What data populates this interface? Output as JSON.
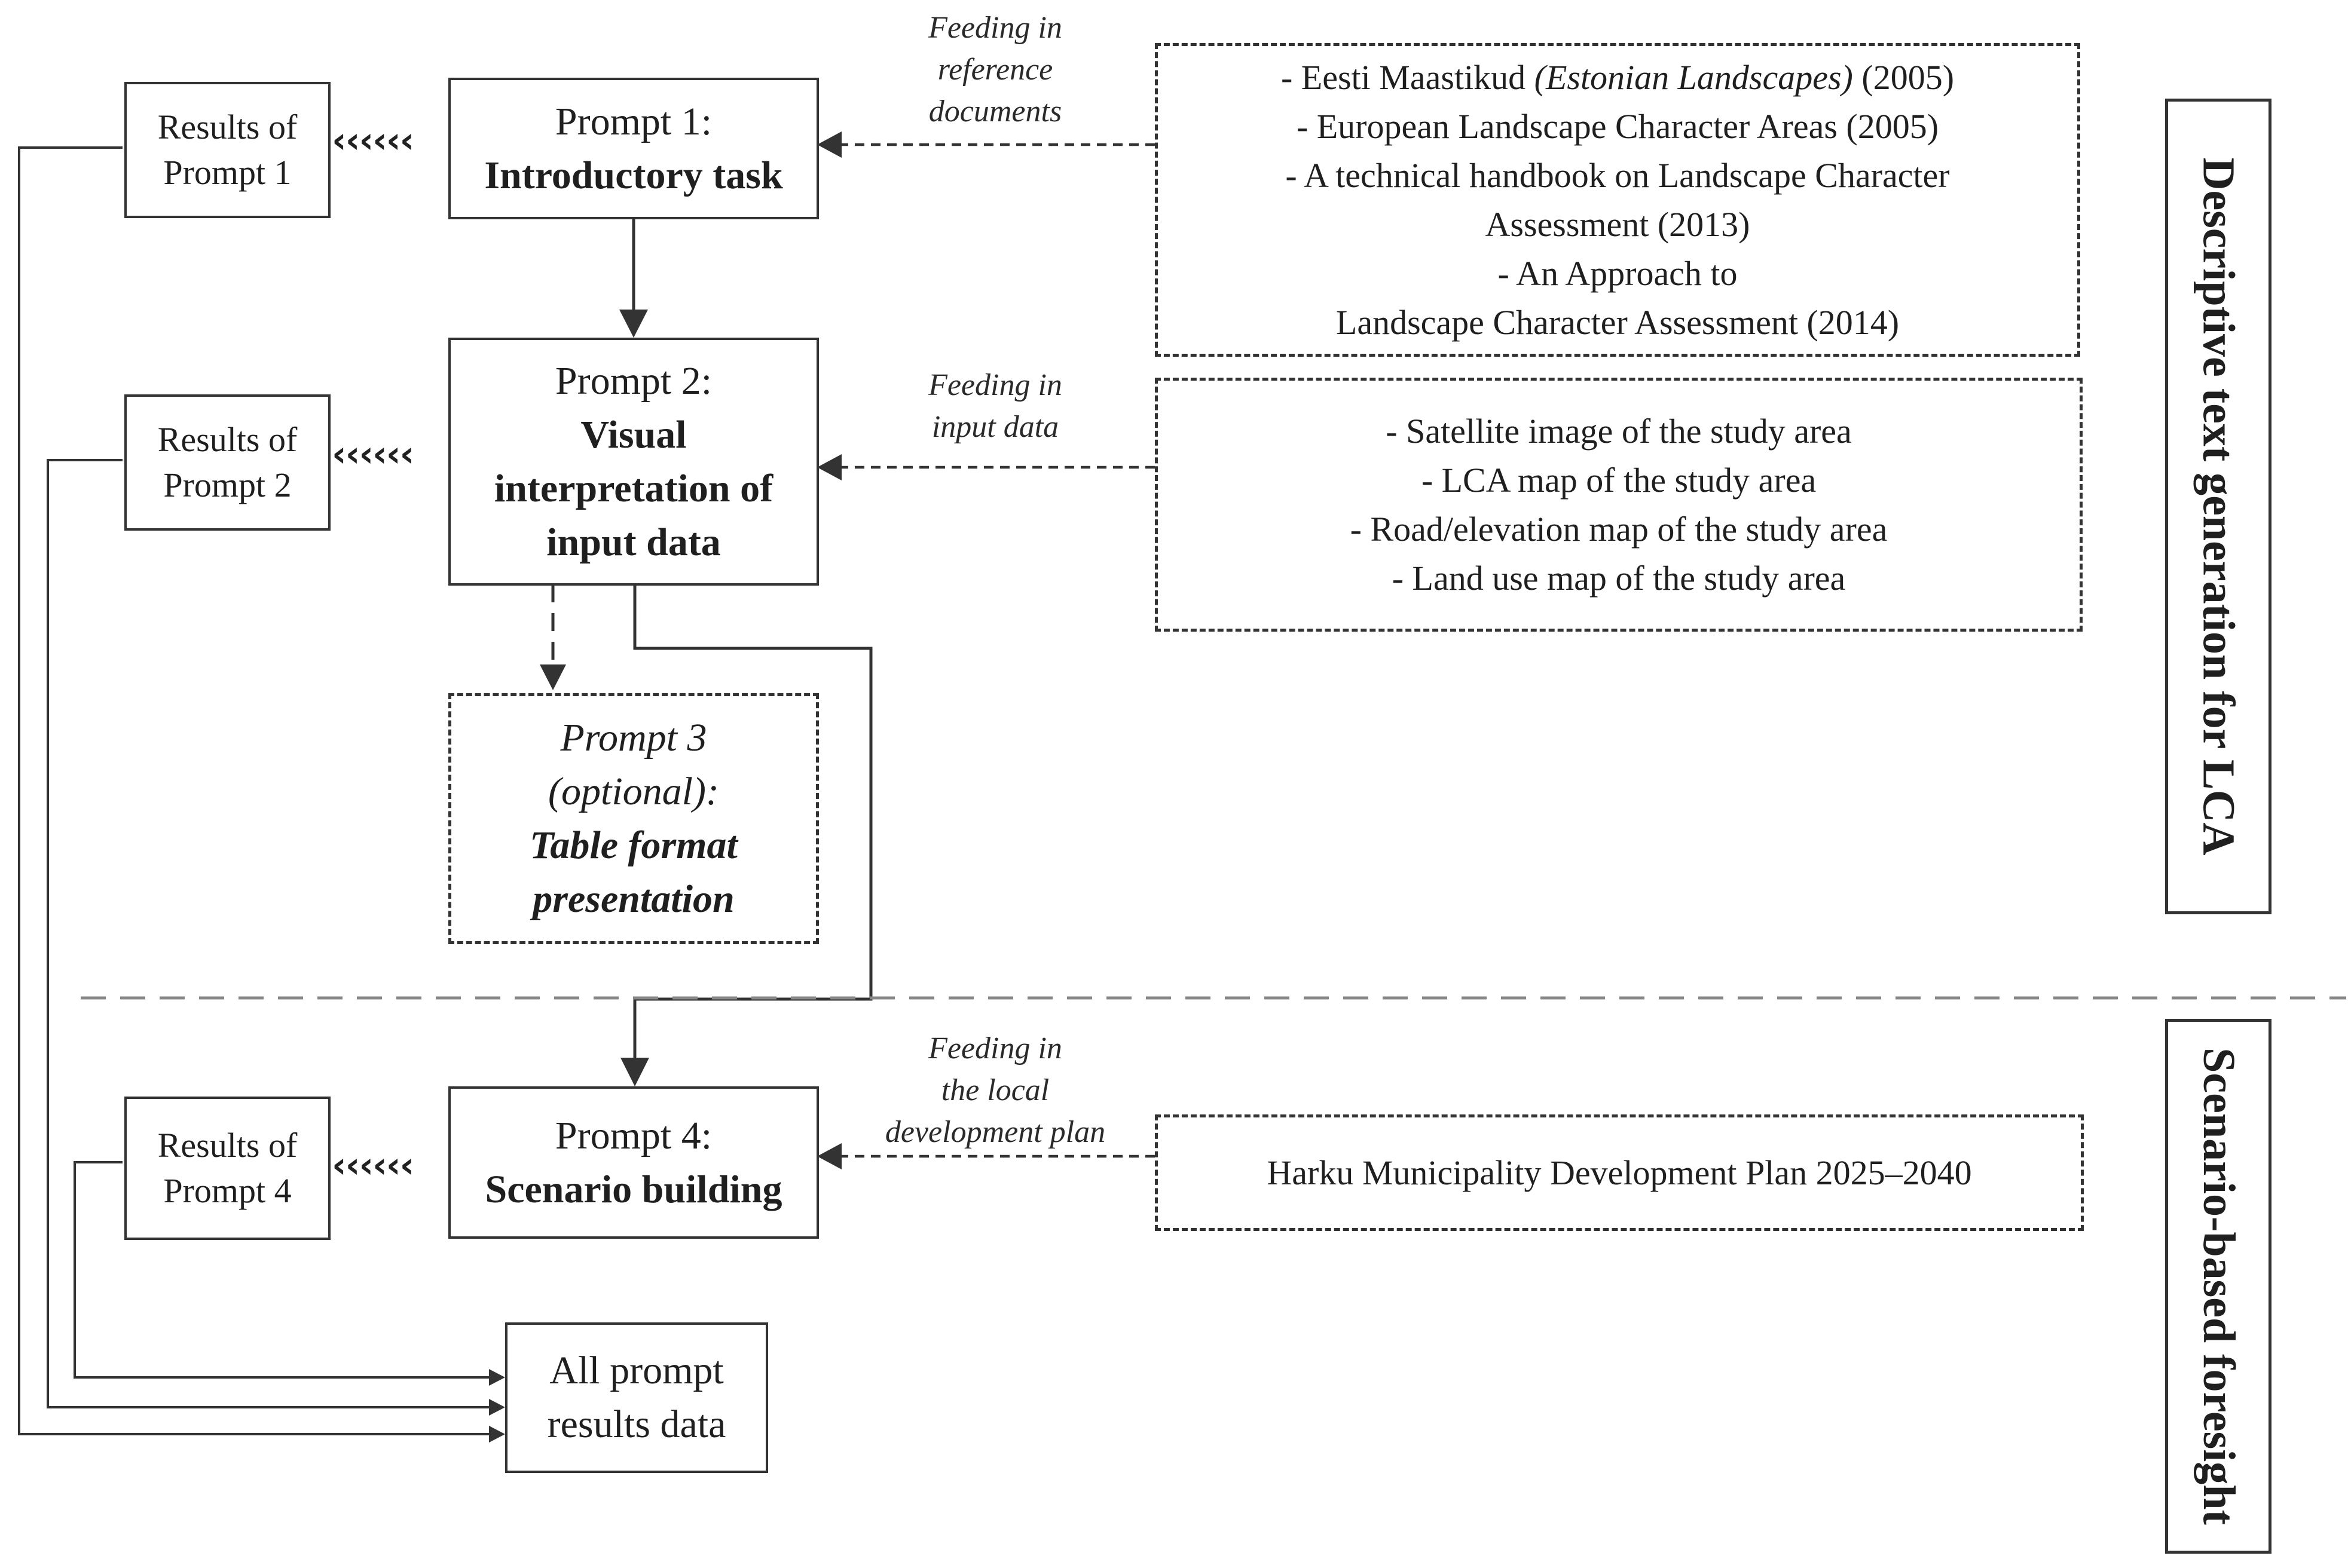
{
  "results": {
    "r1": [
      "Results of",
      "Prompt 1"
    ],
    "r2": [
      "Results of",
      "Prompt 2"
    ],
    "r4": [
      "Results of",
      "Prompt 4"
    ]
  },
  "prompts": {
    "p1": {
      "title": "Prompt 1:",
      "name": [
        "Introductory task"
      ]
    },
    "p2": {
      "title": "Prompt 2:",
      "name": [
        "Visual",
        "interpretation of",
        "input data"
      ]
    },
    "p3": {
      "title": [
        "Prompt 3",
        "(optional):"
      ],
      "name": [
        "Table format",
        "presentation"
      ]
    },
    "p4": {
      "title": "Prompt 4:",
      "name": [
        "Scenario building"
      ]
    }
  },
  "all_results": [
    "All prompt",
    "results data"
  ],
  "feeding": {
    "f1": [
      "Feeding in",
      "reference",
      "documents"
    ],
    "f2": [
      "Feeding in",
      "input data"
    ],
    "f3": [
      "Feeding in",
      "the local",
      "development plan"
    ]
  },
  "reference_docs": {
    "line1_pre": "- Eesti Maastikud ",
    "line1_italic": "(Estonian Landscapes)",
    "line1_post": " (2005)",
    "rest": [
      "- European Landscape Character Areas (2005)",
      "- A technical handbook on Landscape Character",
      "Assessment (2013)",
      "- An Approach to",
      "Landscape Character Assessment (2014)"
    ]
  },
  "input_data": [
    "- Satellite image of the study area",
    "- LCA map of the study area",
    "- Road/elevation map of the study area",
    "- Land use map of the study area"
  ],
  "dev_plan": "Harku Municipality Development Plan 2025–2040",
  "sections": {
    "descriptive": "Descriptive text generation for LCA",
    "scenario": "Scenario-based foresight"
  },
  "feed_arrow_glyphs": "‹‹‹‹‹‹"
}
